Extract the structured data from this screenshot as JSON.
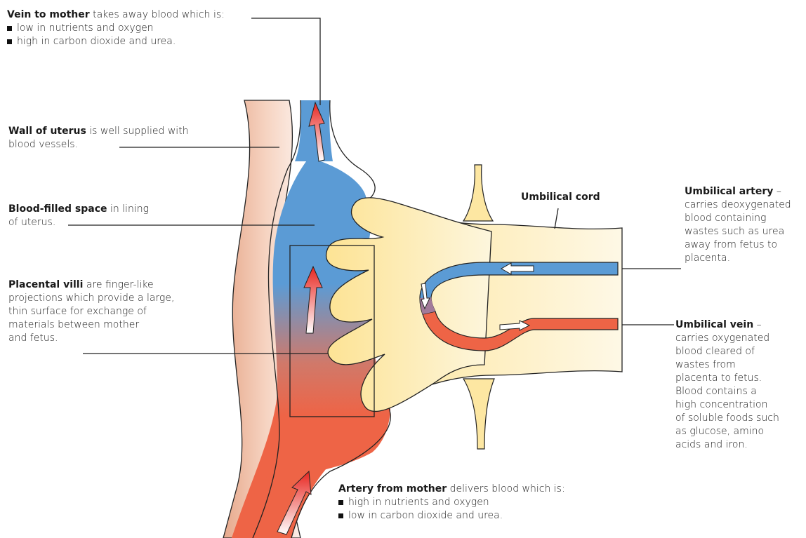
{
  "vein_to_mother": {
    "title": "Vein to mother",
    "text": " takes away blood which is:",
    "bullets": [
      "low in nutrients and oxygen",
      "high in carbon dioxide and urea."
    ]
  },
  "wall_of_uterus": {
    "title": "Wall of uterus",
    "text": " is well supplied with",
    "line2": "blood vessels."
  },
  "blood_filled_space": {
    "title": "Blood-filled space",
    "text": " in lining",
    "line2": "of uterus."
  },
  "placental_villi": {
    "title": "Placental villi",
    "text": " are finger-like",
    "lines": [
      "projections which provide a large,",
      "thin surface for exchange of",
      "materials between mother",
      "and fetus."
    ]
  },
  "umbilical_cord": {
    "title": "Umbilical cord"
  },
  "umbilical_artery": {
    "title": "Umbilical artery",
    "text": " –",
    "lines": [
      "carries deoxygenated",
      "blood containing",
      "wastes such as urea",
      "away from fetus to",
      "placenta."
    ]
  },
  "umbilical_vein": {
    "title": "Umbilical vein",
    "text": " –",
    "lines": [
      "carries oxygenated",
      "blood cleared of",
      "wastes from",
      "placenta to fetus.",
      "Blood contains a",
      "high concentration",
      "of soluble foods such",
      "as glucose, amino",
      "acids and iron."
    ]
  },
  "artery_from_mother": {
    "title": "Artery from mother",
    "text": " delivers blood which is:",
    "bullets": [
      "high in nutrients and oxygen",
      "low in carbon dioxide and urea."
    ]
  },
  "colors": {
    "deoxygenated": "#5b9bd5",
    "oxygenated": "#ee6446",
    "villi": "#fde9a6",
    "uterus_wall": "#f4c6ad",
    "arrow_red": "#e8251f"
  }
}
